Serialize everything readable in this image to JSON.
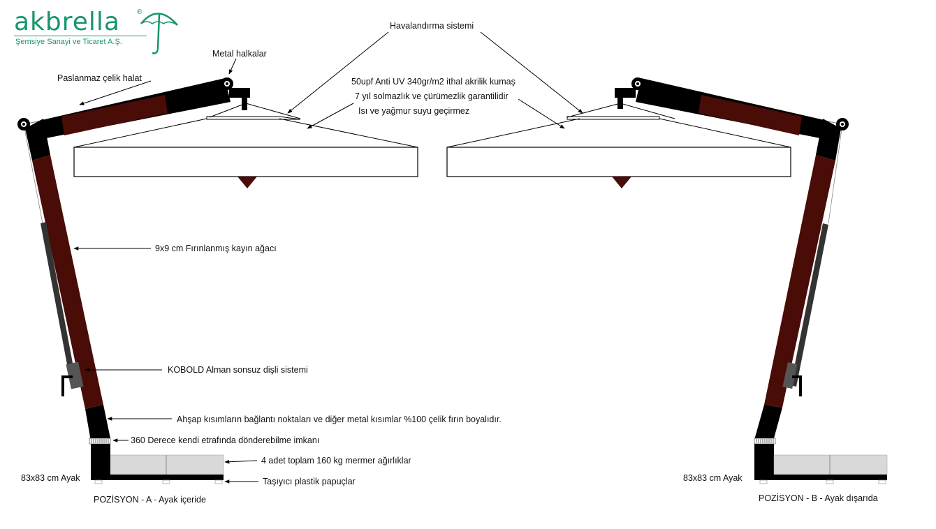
{
  "brand": {
    "name": "akbrella",
    "registered_mark": "®",
    "tagline": "Şemsiye Sanayi ve Ticaret A.Ş.",
    "color": "#17956f"
  },
  "colors": {
    "wood": "#4a0c06",
    "metal": "#000000",
    "marble": "#d9d9d9",
    "line": "#000000"
  },
  "labels": {
    "ventilation": "Havalandırma sistemi",
    "metal_rings": "Metal halkalar",
    "steel_cable": "Paslanmaz çelik halat",
    "fabric_line1": "50upf Anti UV 340gr/m2 ithal akrilik kumaş",
    "fabric_line2": "7 yıl solmazlık ve çürümezlik garantilidir",
    "fabric_line3": "Isı ve yağmur suyu geçirmez",
    "beech_wood": "9x9 cm Fırınlanmış kayın ağacı",
    "gear_system": "KOBOLD Alman sonsuz dişli sistemi",
    "paint_note": "Ahşap kısımların bağlantı noktaları ve diğer metal kısımlar %100 çelik fırın boyalıdır.",
    "rotation": "360 Derece kendi etrafında dönderebilme imkanı",
    "marble_weights": "4 adet toplam 160 kg mermer  ağırlıklar",
    "plastic_feet": "Taşıyıcı plastik papuçlar",
    "foot_size_left": "83x83 cm Ayak",
    "foot_size_right": "83x83 cm Ayak",
    "position_a": "POZİSYON - A - Ayak içeride",
    "position_b": "POZİSYON - B - Ayak dışarıda"
  }
}
